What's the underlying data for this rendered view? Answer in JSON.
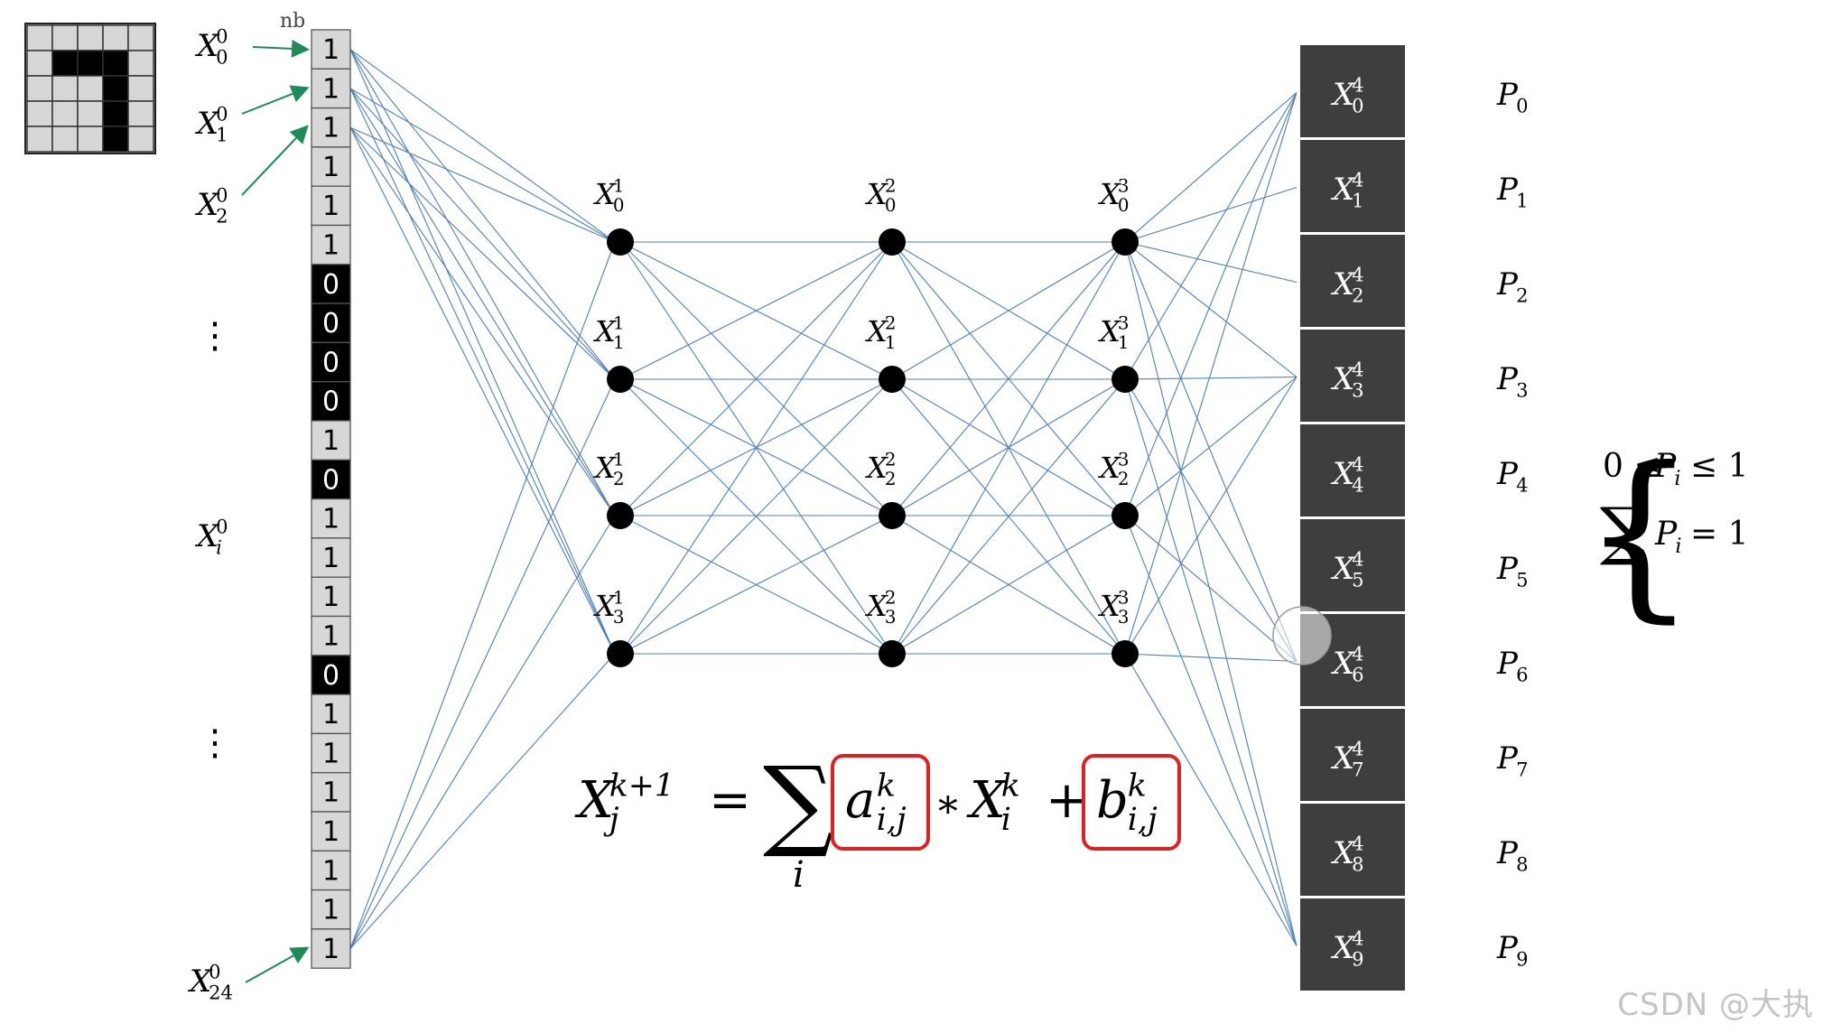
{
  "top_mark": "nb",
  "pixel_grid": [
    [
      0,
      0,
      0,
      0,
      0
    ],
    [
      0,
      1,
      1,
      1,
      0
    ],
    [
      0,
      0,
      0,
      1,
      0
    ],
    [
      0,
      0,
      0,
      1,
      0
    ],
    [
      0,
      0,
      0,
      1,
      0
    ]
  ],
  "input_vector": [
    1,
    1,
    1,
    1,
    1,
    1,
    0,
    0,
    0,
    0,
    1,
    0,
    1,
    1,
    1,
    1,
    0,
    1,
    1,
    1,
    1,
    1,
    1,
    1
  ],
  "input_labels": [
    {
      "base": "X",
      "sup": "0",
      "sub": "0",
      "arrow": true
    },
    {
      "base": "X",
      "sup": "0",
      "sub": "1",
      "arrow": true
    },
    {
      "base": "X",
      "sup": "0",
      "sub": "2",
      "arrow": true
    },
    {
      "base": "X",
      "sup": "0",
      "sub": "i",
      "arrow": false
    },
    {
      "base": "X",
      "sup": "0",
      "sub": "24",
      "arrow": true
    }
  ],
  "ellipsis": "⋮",
  "hidden_layers": [
    {
      "sup": "1",
      "subs": [
        "0",
        "1",
        "2",
        "3"
      ]
    },
    {
      "sup": "2",
      "subs": [
        "0",
        "1",
        "2",
        "3"
      ]
    },
    {
      "sup": "3",
      "subs": [
        "0",
        "1",
        "2",
        "3"
      ]
    }
  ],
  "output_layer": {
    "base": "X",
    "sup": "4",
    "subs": [
      "0",
      "1",
      "2",
      "3",
      "4",
      "5",
      "6",
      "7",
      "8",
      "9"
    ]
  },
  "probabilities": {
    "base": "P",
    "subs": [
      "0",
      "1",
      "2",
      "3",
      "4",
      "5",
      "6",
      "7",
      "8",
      "9"
    ]
  },
  "constraints": {
    "line1": {
      "left": "0 ≤ ",
      "var": "P",
      "sub": "i",
      "right": " ≤ 1"
    },
    "line2": {
      "sum": "∑",
      "var": "P",
      "sub": "i",
      "right": " = 1"
    }
  },
  "formula": {
    "lhs_base": "X",
    "lhs_sup": "k+1",
    "lhs_sub": "j",
    "equals": "=",
    "sum": "∑",
    "sum_index": "i",
    "weight_base": "a",
    "weight_sup": "k",
    "weight_sub": "i,j",
    "times": "∗",
    "x_base": "X",
    "x_sup": "k",
    "x_sub": "i",
    "plus": "+",
    "bias_base": "b",
    "bias_sup": "k",
    "bias_sub": "i,j"
  },
  "colors": {
    "edge": "#4e7fb4",
    "arrow": "#1f8a5a",
    "cell_fill": "#d7d7d7",
    "cell_on": "#000000",
    "output_box": "#3e3e3e",
    "highlight": "#e02020"
  },
  "watermark": "CSDN @大执"
}
